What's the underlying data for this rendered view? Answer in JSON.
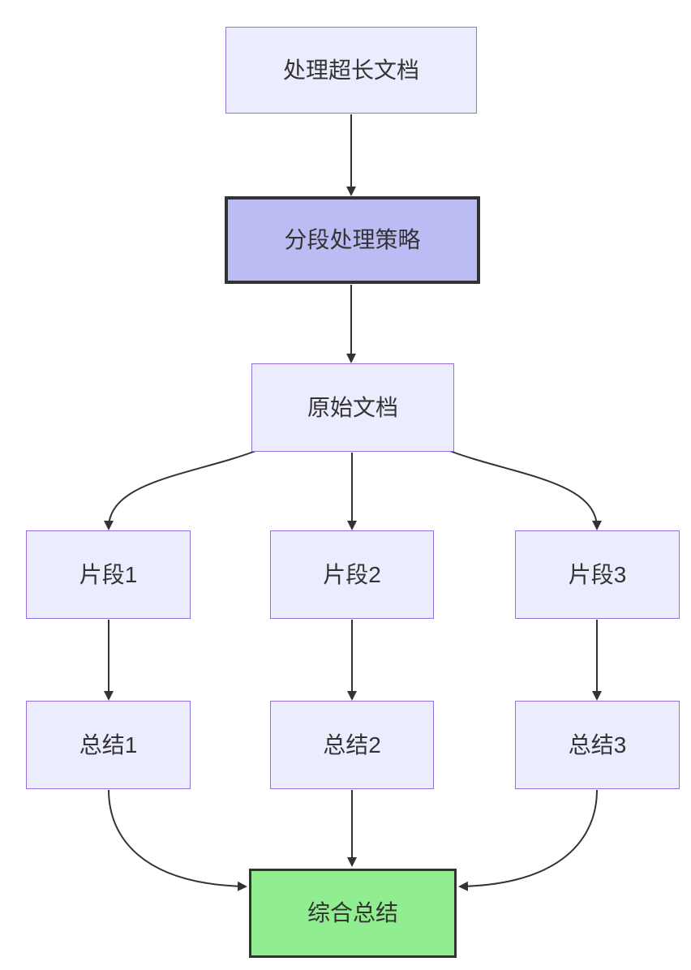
{
  "diagram": {
    "type": "flowchart",
    "direction": "top-down",
    "nodes": [
      {
        "id": "task",
        "label": "处理超长文档",
        "style": "default"
      },
      {
        "id": "strategy",
        "label": "分段处理策略",
        "style": "emphasis"
      },
      {
        "id": "source",
        "label": "原始文档",
        "style": "default"
      },
      {
        "id": "seg1",
        "label": "片段1",
        "style": "default"
      },
      {
        "id": "seg2",
        "label": "片段2",
        "style": "default"
      },
      {
        "id": "seg3",
        "label": "片段3",
        "style": "default"
      },
      {
        "id": "sum1",
        "label": "总结1",
        "style": "default"
      },
      {
        "id": "sum2",
        "label": "总结2",
        "style": "default"
      },
      {
        "id": "sum3",
        "label": "总结3",
        "style": "default"
      },
      {
        "id": "final",
        "label": "综合总结",
        "style": "success"
      }
    ],
    "edges": [
      {
        "from": "task",
        "to": "strategy"
      },
      {
        "from": "strategy",
        "to": "source"
      },
      {
        "from": "source",
        "to": "seg1"
      },
      {
        "from": "source",
        "to": "seg2"
      },
      {
        "from": "source",
        "to": "seg3"
      },
      {
        "from": "seg1",
        "to": "sum1"
      },
      {
        "from": "seg2",
        "to": "sum2"
      },
      {
        "from": "seg3",
        "to": "sum3"
      },
      {
        "from": "sum1",
        "to": "final"
      },
      {
        "from": "sum2",
        "to": "final"
      },
      {
        "from": "sum3",
        "to": "final"
      }
    ]
  },
  "colors": {
    "background": "#FFFFFF",
    "node_fill": "#ECECFF",
    "node_border": "#9370DB",
    "emphasis_fill": "#BCBCF5",
    "emphasis_border": "#333333",
    "success_fill": "#90EE90",
    "success_border": "#333333",
    "edge": "#333333",
    "text": "#333333"
  }
}
